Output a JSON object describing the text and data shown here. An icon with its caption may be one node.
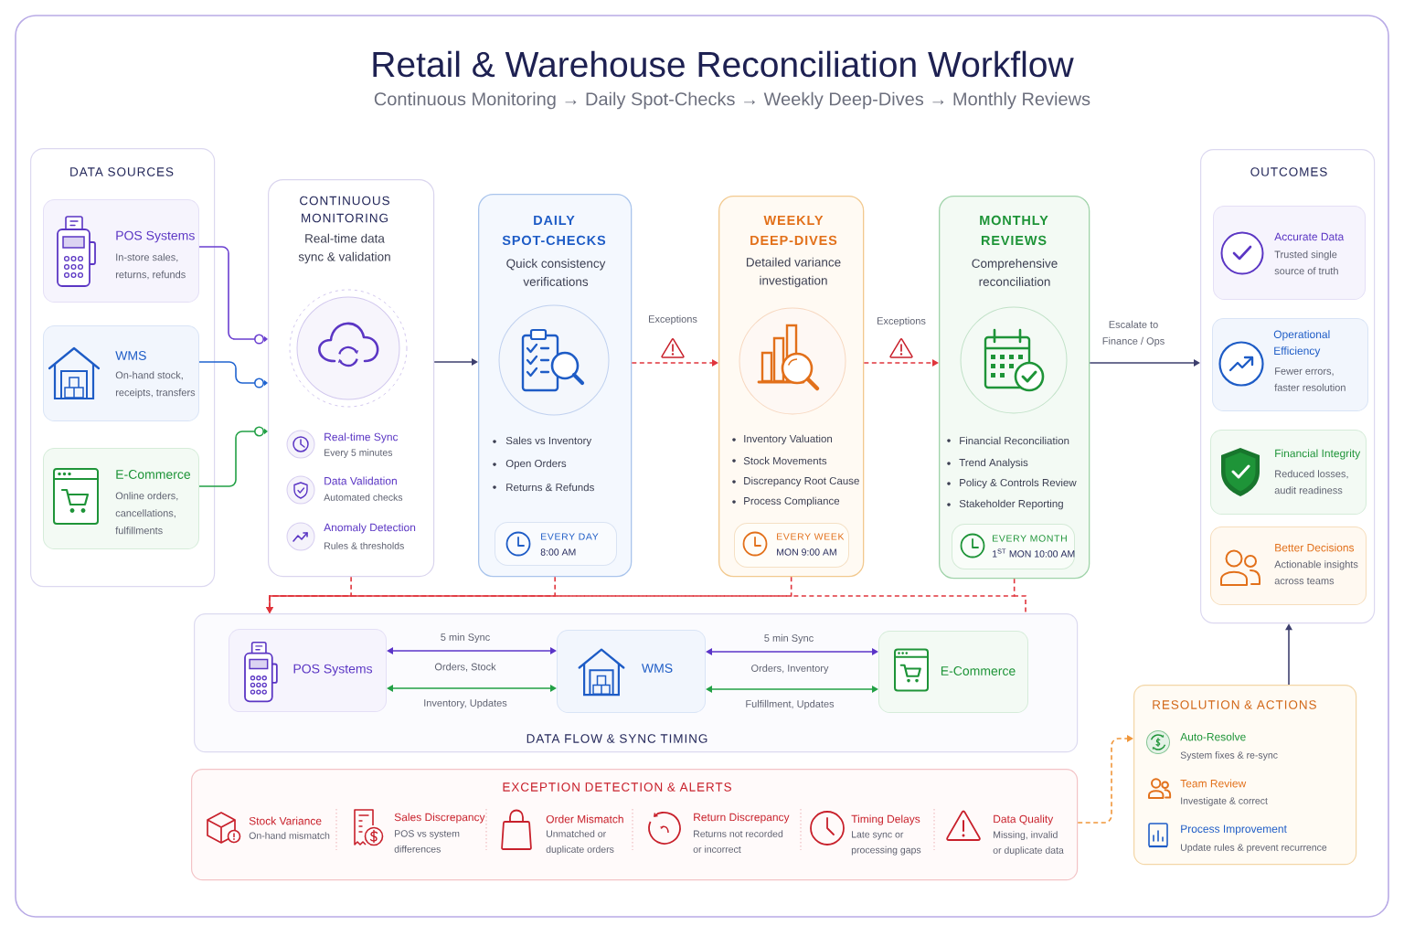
{
  "diagram": {
    "title": "Retail & Warehouse Reconciliation Workflow",
    "nodes": [
      {
        "text": [
          "DATA SOURCES"
        ]
      },
      {
        "text": [
          "POS Systems",
          "In-store sales, returns, refunds"
        ],
        "in": 0
      },
      {
        "text": [
          "WMS",
          "On-hand stock, receipts, transfers"
        ],
        "in": 0
      },
      {
        "text": [
          "E-Commerce",
          "Online orders, cancellations, fulfillments"
        ],
        "in": 0
      },
      {
        "text": [
          "CONTINUOUS MONITORING",
          "Real-time data sync & validation",
          "Real-time Sync",
          "Every 5 minutes",
          "Data Validation",
          "Automated checks",
          "Anomaly Detection",
          "Rules & thresholds"
        ]
      },
      {
        "text": [
          "DAILY SPOT-CHECKS",
          "Quick consistency verifications",
          "Sales vs Inventory",
          "Open Orders",
          "Returns & Refunds"
        ]
      },
      {
        "text": [
          "EVERY DAY",
          "8:00 AM"
        ],
        "in": 5
      },
      {
        "text": [
          "WEEKLY DEEP-DIVES",
          "Detailed variance investigation",
          "Inventory Valuation",
          "Stock Movements",
          "Discrepancy Root Cause",
          "Process Compliance"
        ]
      },
      {
        "text": [
          "EVERY WEEK",
          "MON 9:00 AM"
        ],
        "in": 7
      },
      {
        "text": [
          "MONTHLY REVIEWS",
          "Comprehensive reconciliation",
          "Financial Reconciliation",
          "Trend Analysis",
          "Policy & Controls Review",
          "Stakeholder Reporting"
        ]
      },
      {
        "text": [
          "EVERY MONTH",
          "1$^{ST}$ MON 10:00 AM"
        ],
        "in": 9
      },
      {
        "text": [
          "OUTCOMES"
        ]
      },
      {
        "text": [
          "Accurate Data",
          "Trusted single source of truth"
        ],
        "in": 11
      },
      {
        "text": [
          "Operational Efficiency",
          "Fewer errors, faster resolution"
        ],
        "in": 11
      },
      {
        "text": [
          "Financial Integrity",
          "Reduced losses, audit readiness"
        ],
        "in": 11
      },
      {
        "text": [
          "Better Decisions",
          "Actionable insights across teams"
        ],
        "in": 11
      },
      {
        "text": [
          "DATA FLOW & SYNC TIMING"
        ]
      },
      {
        "text": [
          "POS Systems"
        ],
        "in": 16
      },
      {
        "text": [
          "WMS"
        ],
        "in": 16
      },
      {
        "text": [
          "E-Commerce"
        ],
        "in": 16
      },
      {
        "text": [
          "EXCEPTION DETECTION & ALERTS",
          "Stock Variance",
          "On-hand mismatch",
          "Sales Discrepancy",
          "POS vs system differences",
          "Order Mismatch",
          "Unmatched or duplicate orders",
          "Return Discrepancy",
          "Returns not recorded or incorrect",
          "Timing Delays",
          "Late sync or processing gaps",
          "Data Quality",
          "Missing, invalid or duplicate data"
        ]
      },
      {
        "text": [
          "RESOLUTION & ACTIONS",
          "Auto-Resolve",
          "System fixes & re-sync",
          "Team Review",
          "Investigate & correct",
          "Process Improvement",
          "Update rules & prevent recurrence"
        ]
      }
    ],
    "edges": [
      {
        "from": 1,
        "to": 4,
        "arrow": "to",
        "color": "#6a3fd0"
      },
      {
        "from": 2,
        "to": 4,
        "arrow": "to",
        "color": "#1f63d0"
      },
      {
        "from": 3,
        "to": 4,
        "arrow": "to",
        "color": "#22a045"
      },
      {
        "from": 4,
        "to": 5,
        "arrow": "to",
        "color": "#3d3f6e"
      },
      {
        "from": 5,
        "to": 7,
        "arrow": "to",
        "label": "Exceptions",
        "style": "dashed"
      },
      {
        "from": 7,
        "to": 9,
        "arrow": "to",
        "label": "Exceptions",
        "style": "dashed"
      },
      {
        "from": 9,
        "to": 11,
        "arrow": "to",
        "label": "Escalate to Finance / Ops",
        "color": "#3d3f6e"
      },
      {
        "from": 17,
        "to": 18,
        "arrow": "both",
        "label": "Orders, Stock",
        "color": "#5b34c8"
      },
      {
        "from": 17,
        "to": 18,
        "arrow": "both",
        "label": "Inventory, Updates",
        "color": "#22a045"
      },
      {
        "from": 18,
        "to": 19,
        "arrow": "both",
        "label": "Orders, Inventory",
        "color": "#5b34c8"
      },
      {
        "from": 18,
        "to": 19,
        "arrow": "both",
        "label": "Fulfillment, Updates",
        "color": "#22a045"
      },
      {
        "from": 4,
        "to": 16,
        "arrow": "to",
        "style": "dashed"
      },
      {
        "from": 5,
        "to": 16,
        "arrow": "to",
        "style": "dashed"
      },
      {
        "from": 7,
        "to": 16,
        "arrow": "to",
        "style": "dashed"
      },
      {
        "from": 9,
        "to": 16,
        "arrow": "to",
        "style": "dashed"
      },
      {
        "from": 20,
        "to": 21,
        "arrow": "to",
        "style": "dashed",
        "color": "#f0963a"
      },
      {
        "from": 21,
        "to": 11,
        "arrow": "to",
        "color": "#3d3f6e"
      }
    ],
    "labels": [
      "Continuous Monitoring → Daily Spot-Checks → Weekly Deep-Dives → Monthly Reviews",
      "5 min Sync",
      "5 min Sync"
    ]
  }
}
